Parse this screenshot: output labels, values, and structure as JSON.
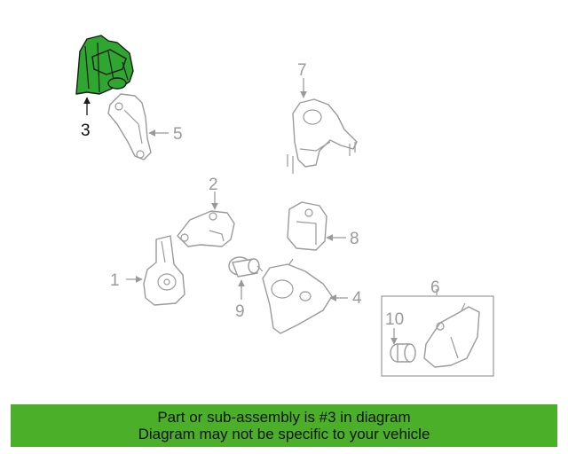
{
  "diagram": {
    "callouts": [
      "1",
      "2",
      "3",
      "4",
      "5",
      "6",
      "7",
      "8",
      "9",
      "10"
    ],
    "highlighted_callout": "3",
    "colors": {
      "highlight": "#2fa62f",
      "line": "#9a9a9a",
      "banner": "#4caf2a"
    }
  },
  "banner": {
    "line1": "Part or sub-assembly is #3 in diagram",
    "line2": "Diagram may not be specific to your vehicle"
  }
}
